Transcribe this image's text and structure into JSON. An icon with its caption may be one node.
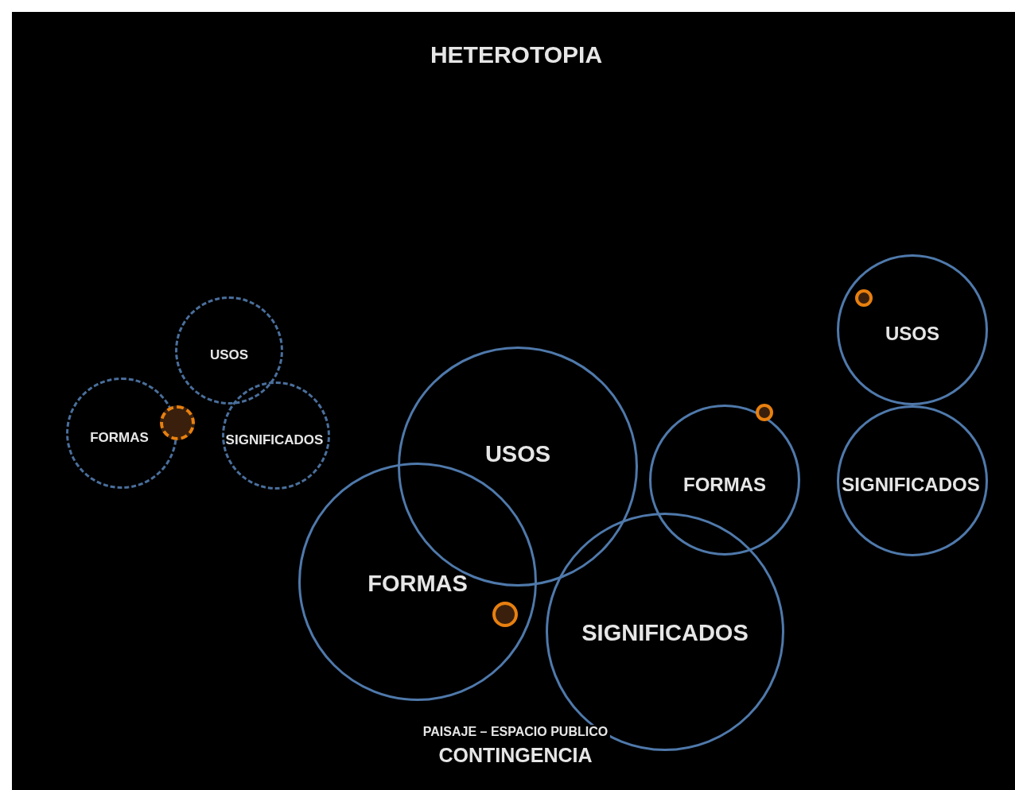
{
  "diagram": {
    "title": "HETEROTOPIA",
    "nodes": [
      {
        "text": [
          "USOS"
        ]
      },
      {
        "text": [
          "FORMAS"
        ]
      },
      {
        "text": [
          "SIGNIFICADOS"
        ]
      },
      {
        "text": [],
        "shape": "circle"
      },
      {
        "text": [
          "USOS"
        ]
      },
      {
        "text": [],
        "shape": "circle",
        "in": 4
      },
      {
        "text": [
          "USOS"
        ]
      },
      {
        "text": [
          "FORMAS"
        ]
      },
      {
        "text": [],
        "shape": "circle",
        "in": 7
      },
      {
        "text": [
          "SIGNIFICADOS"
        ]
      },
      {
        "text": [
          "FORMAS"
        ]
      },
      {
        "text": [],
        "shape": "circle",
        "in": 10
      },
      {
        "text": [
          "SIGNIFICADOS"
        ]
      }
    ],
    "edges": [],
    "labels": [
      "PAISAJE – ESPACIO PUBLICO",
      "CONTINGENCIA"
    ]
  }
}
